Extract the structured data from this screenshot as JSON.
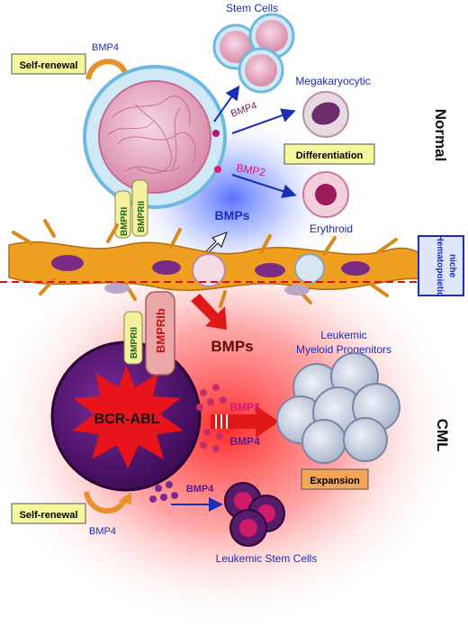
{
  "labels": {
    "stem_cells": "Stem Cells",
    "megakaryocytic": "Megakaryocytic",
    "erythroid": "Erythroid",
    "differentiation": "Differentiation",
    "self_renewal_top": "Self-renewal",
    "bmp4_top": "BMP4",
    "bmp4_mid": "BMP4",
    "bmp2_mid": "BMP2",
    "bmps_top": "BMPs",
    "bmpri": "BMPRI",
    "bmprii_top": "BMPRII",
    "normal": "Normal",
    "hematopoietic_niche_1": "Hematopoietic",
    "hematopoietic_niche_2": "niche",
    "bmps_bottom": "BMPs",
    "leukemic_1": "Leukemic",
    "leukemic_2": "Myeloid Progenitors",
    "bmprii_bottom": "BMPRII",
    "bmprib": "BMPRIb",
    "bcr_abl": "BCR-ABL",
    "bmp2_low": "BMP2",
    "bmp4_low": "BMP4",
    "cml": "CML",
    "expansion": "Expansion",
    "self_renewal_bottom": "Self-renewal",
    "bmp4_bottom_arrow": "BMP4",
    "bmp4_bottom": "BMP4",
    "leukemic_stem_cells": "Leukemic Stem Cells"
  },
  "colors": {
    "normal_glow": "#5b7bff",
    "cml_glow": "#ff3b3b",
    "yellow_box": "#f4f79a",
    "orange_box": "#f3a65a",
    "text_blue": "#1a2fb5",
    "text_pink": "#d6157a",
    "text_purple": "#5b1a8f",
    "bcr_abl": "#e8141c",
    "stroma": "#f0a020"
  }
}
